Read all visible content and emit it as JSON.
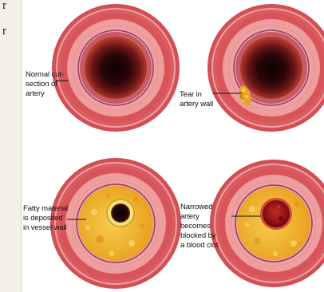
{
  "figure": {
    "cut_text_line1": "r",
    "cut_text_line2": "r",
    "panels": [
      {
        "label": "Normal cut-\nsection of\nartery"
      },
      {
        "label": "Tear in\nartery wall"
      },
      {
        "label": "Fatty material\nis deposited\nin vessel wall"
      },
      {
        "label": "Narrowed\nartery\nbecomes\nblocked by\na blood clot"
      }
    ]
  },
  "colors": {
    "outer_wall": "#d8545a",
    "wall_light": "#f0a3a3",
    "inner_layer": "#c85a63",
    "lumen_dark": "#220608",
    "fatty_plaque": "#f2b531",
    "blood_clot": "#8e1212"
  }
}
